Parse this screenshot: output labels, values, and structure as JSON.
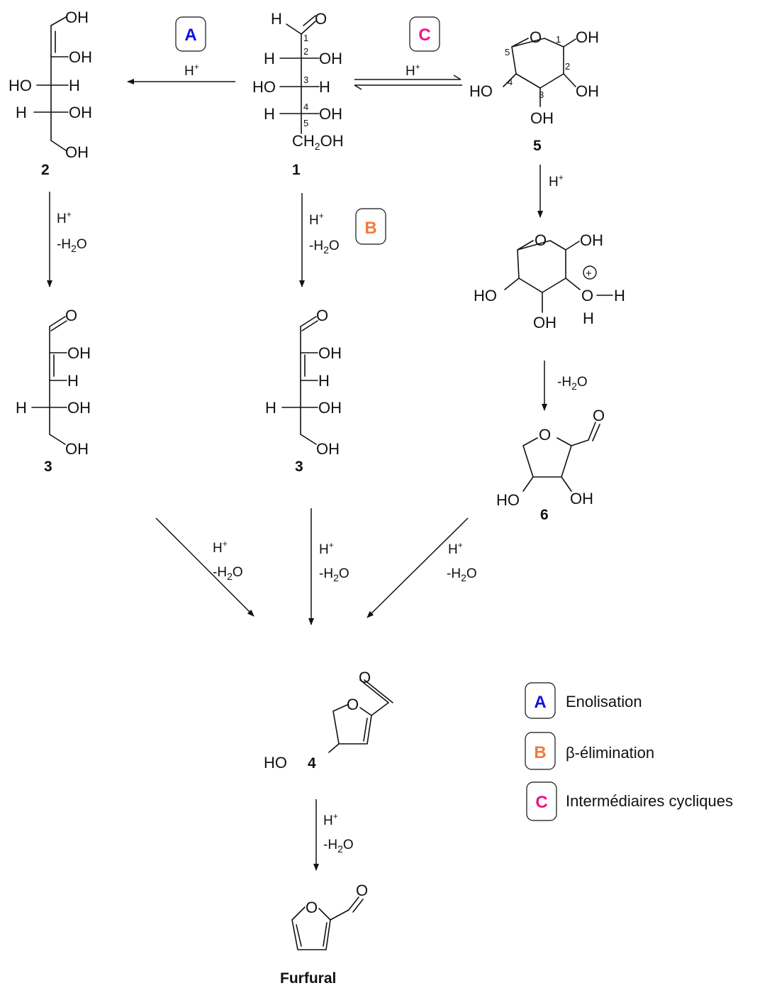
{
  "reagents": {
    "acid": "H",
    "plus": "+",
    "minus_water_prefix": "-H",
    "water_sub": "2",
    "water_suffix": "O"
  },
  "pathways": {
    "A": {
      "letter": "A",
      "name": "Enolisation",
      "color": "#1010e0"
    },
    "B": {
      "letter": "B",
      "name": "β-élimination",
      "color": "#f07b3c"
    },
    "C": {
      "letter": "C",
      "name": "Intermédiaires cycliques",
      "color": "#ec1585"
    }
  },
  "compounds": {
    "c1": "1",
    "c2": "2",
    "c3a": "3",
    "c3b": "3",
    "c4": "4",
    "c5": "5",
    "c6": "6",
    "furfural": "Furfural"
  },
  "atoms": {
    "H": "H",
    "O": "O",
    "OH": "OH",
    "HO": "HO",
    "CH": "CH",
    "CH2OH_sub": "2",
    "CH2OH_tail": "OH",
    "oxonium": "+"
  },
  "carbon_numbers": {
    "c1": "1",
    "c2": "2",
    "c3": "3",
    "c4": "4",
    "c5": "5"
  }
}
